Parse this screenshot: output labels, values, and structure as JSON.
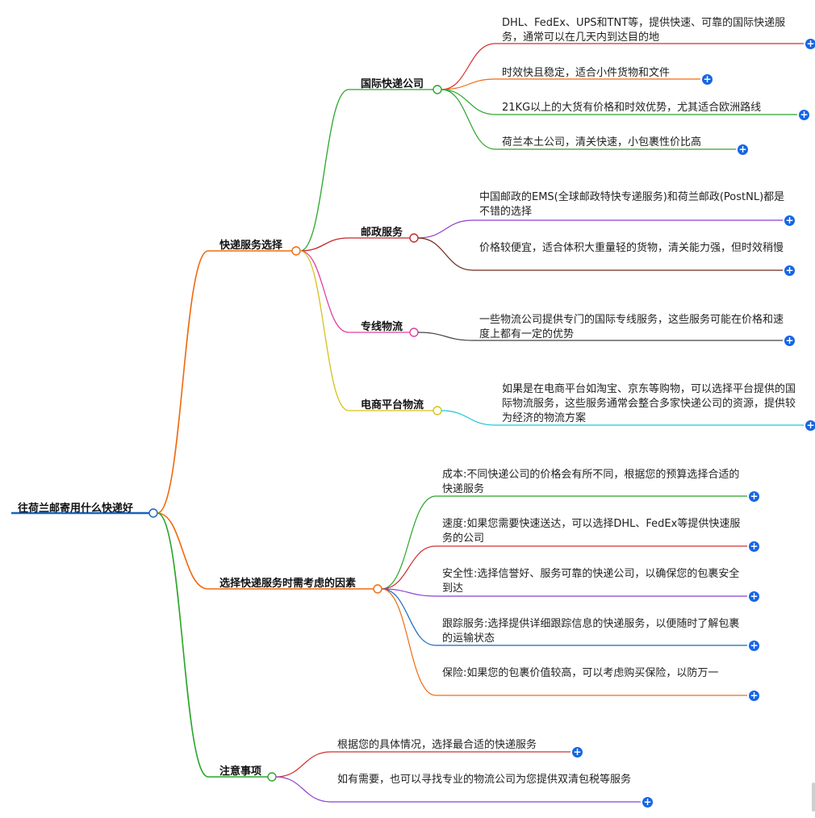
{
  "root": {
    "label": "往荷兰邮寄用什么快递好",
    "color": "#1565c0"
  },
  "branches": [
    {
      "label": "快递服务选择",
      "color": "#f06a0f",
      "children": [
        {
          "label": "国际快递公司",
          "color": "#2aa52a",
          "leaves": [
            {
              "text": "DHL、FedEx、UPS和TNT等，提供快速、可靠的国际快递服务，通常可以在几天内到达目的地",
              "color": "#d32f2f"
            },
            {
              "text": "时效快且稳定，适合小件货物和文件",
              "color": "#f06a0f"
            },
            {
              "text": "21KG以上的大货有价格和时效优势，尤其适合欧洲路线",
              "color": "#2aa52a"
            },
            {
              "text": "荷兰本土公司，清关快速，小包裹性价比高",
              "color": "#2aa52a"
            }
          ]
        },
        {
          "label": "邮政服务",
          "color": "#c62828",
          "leaves": [
            {
              "text": "中国邮政的EMS(全球邮政特快专递服务)和荷兰邮政(PostNL)都是不错的选择",
              "color": "#8e3fd1"
            },
            {
              "text": "价格较便宜，适合体积大重量轻的货物，清关能力强，但时效稍慢",
              "color": "#6d2b1a"
            }
          ]
        },
        {
          "label": "专线物流",
          "color": "#e040a0",
          "leaves": [
            {
              "text": "一些物流公司提供专门的国际专线服务，这些服务可能在价格和速度上都有一定的优势",
              "color": "#444444"
            }
          ]
        },
        {
          "label": "电商平台物流",
          "color": "#d4c21a",
          "leaves": [
            {
              "text": "如果是在电商平台如淘宝、京东等购物，可以选择平台提供的国际物流服务，这些服务通常会整合多家快递公司的资源，提供较为经济的物流方案",
              "color": "#1cc6d6"
            }
          ]
        }
      ]
    },
    {
      "label": "选择快递服务时需考虑的因素",
      "color": "#f06a0f",
      "leaves": [
        {
          "text": "成本:不同快递公司的价格会有所不同，根据您的预算选择合适的快递服务",
          "color": "#2aa52a"
        },
        {
          "text": "速度:如果您需要快速送达，可以选择DHL、FedEx等提供快速服务的公司",
          "color": "#d32f2f"
        },
        {
          "text": "安全性:选择信誉好、服务可靠的快递公司，以确保您的包裹安全到达",
          "color": "#8e3fd1"
        },
        {
          "text": "跟踪服务:选择提供详细跟踪信息的快递服务，以便随时了解包裹的运输状态",
          "color": "#1565c0"
        },
        {
          "text": "保险:如果您的包裹价值较高，可以考虑购买保险，以防万一",
          "color": "#f06a0f"
        }
      ]
    },
    {
      "label": "注意事项",
      "color": "#2aa52a",
      "leaves": [
        {
          "text": "根据您的具体情况，选择最合适的快递服务",
          "color": "#d32f2f"
        },
        {
          "text": "如有需要，也可以寻找专业的物流公司为您提供双清包税等服务",
          "color": "#8e3fd1"
        }
      ]
    }
  ],
  "icons": {
    "expand": "plus-circle-icon"
  }
}
